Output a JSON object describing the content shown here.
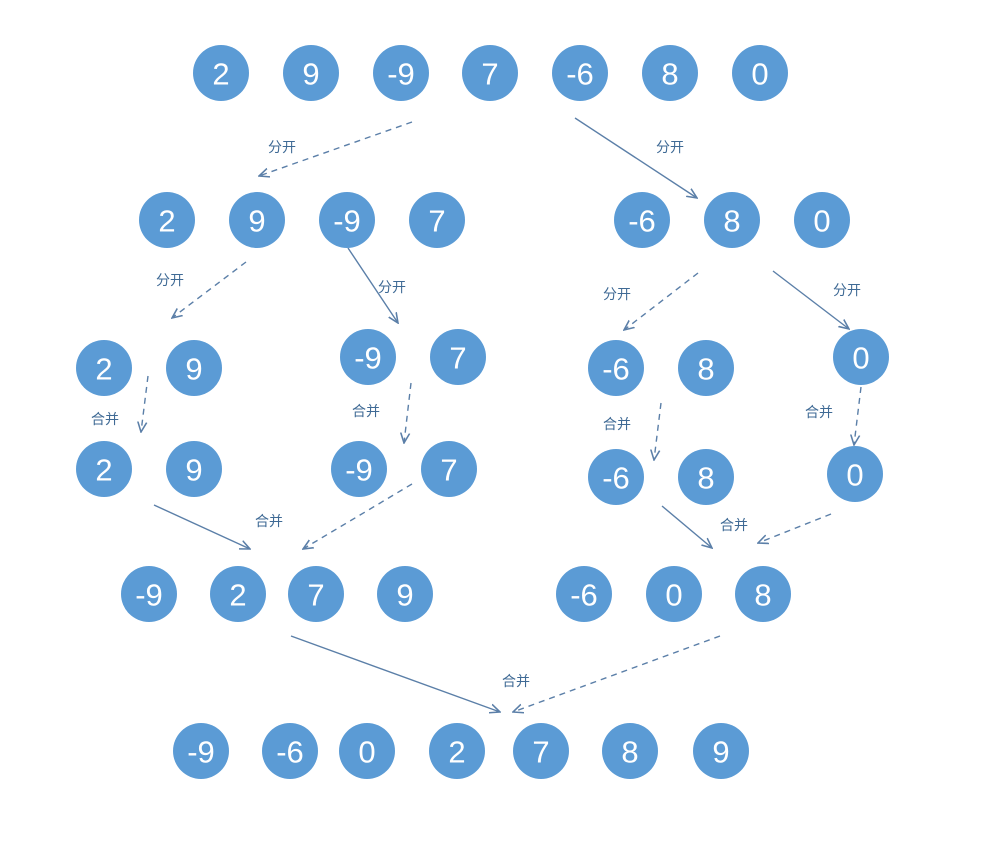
{
  "rows": [
    {
      "id": "row-initial",
      "values": [
        "2",
        "9",
        "-9",
        "7",
        "-6",
        "8",
        "0"
      ]
    },
    {
      "id": "row-split1-left",
      "values": [
        "2",
        "9",
        "-9",
        "7"
      ]
    },
    {
      "id": "row-split1-right",
      "values": [
        "-6",
        "8",
        "0"
      ]
    },
    {
      "id": "row-split2-a",
      "values": [
        "2",
        "9"
      ]
    },
    {
      "id": "row-split2-b",
      "values": [
        "-9",
        "7"
      ]
    },
    {
      "id": "row-split2-c",
      "values": [
        "-6",
        "8"
      ]
    },
    {
      "id": "row-split2-d",
      "values": [
        "0"
      ]
    },
    {
      "id": "row-merge1-a",
      "values": [
        "2",
        "9"
      ]
    },
    {
      "id": "row-merge1-b",
      "values": [
        "-9",
        "7"
      ]
    },
    {
      "id": "row-merge1-c",
      "values": [
        "-6",
        "8"
      ]
    },
    {
      "id": "row-merge1-d",
      "values": [
        "0"
      ]
    },
    {
      "id": "row-merge2-left",
      "values": [
        "-9",
        "2",
        "7",
        "9"
      ]
    },
    {
      "id": "row-merge2-right",
      "values": [
        "-6",
        "0",
        "8"
      ]
    },
    {
      "id": "row-final",
      "values": [
        "-9",
        "-6",
        "0",
        "2",
        "7",
        "8",
        "9"
      ]
    }
  ],
  "labels": {
    "split": "分开",
    "merge": "合并"
  },
  "edges": [
    {
      "id": "split-top-left",
      "kind": "split",
      "style": "dashed"
    },
    {
      "id": "split-top-right",
      "kind": "split",
      "style": "solid"
    },
    {
      "id": "split-left-a",
      "kind": "split",
      "style": "dashed"
    },
    {
      "id": "split-left-b",
      "kind": "split",
      "style": "solid"
    },
    {
      "id": "split-right-c",
      "kind": "split",
      "style": "dashed"
    },
    {
      "id": "split-right-d",
      "kind": "split",
      "style": "solid"
    },
    {
      "id": "merge-a",
      "kind": "merge",
      "style": "dashed"
    },
    {
      "id": "merge-b",
      "kind": "merge",
      "style": "dashed"
    },
    {
      "id": "merge-c",
      "kind": "merge",
      "style": "dashed"
    },
    {
      "id": "merge-d",
      "kind": "merge",
      "style": "dashed"
    },
    {
      "id": "merge-left-1",
      "kind": "merge",
      "style": "solid"
    },
    {
      "id": "merge-left-2",
      "kind": "merge",
      "style": "dashed"
    },
    {
      "id": "merge-right-1",
      "kind": "merge",
      "style": "solid"
    },
    {
      "id": "merge-right-2",
      "kind": "merge",
      "style": "dashed"
    },
    {
      "id": "merge-final-1",
      "kind": "merge",
      "style": "solid"
    },
    {
      "id": "merge-final-2",
      "kind": "merge",
      "style": "dashed"
    }
  ],
  "colors": {
    "node_fill": "#5b9bd5",
    "node_text": "#ffffff",
    "arrow": "#5b7fa8",
    "label": "#3f6a95"
  }
}
